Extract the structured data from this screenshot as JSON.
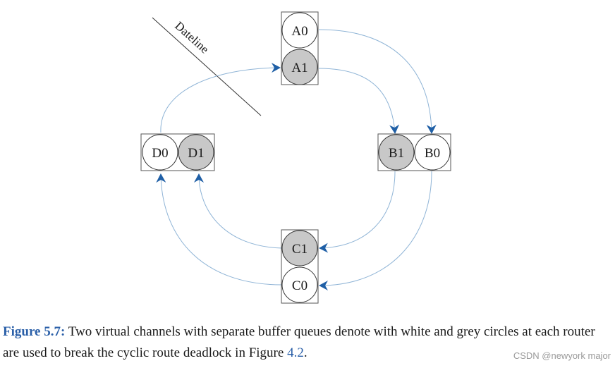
{
  "routers": [
    {
      "id": "A",
      "vcs": [
        {
          "label": "A0",
          "shade": "white"
        },
        {
          "label": "A1",
          "shade": "grey"
        }
      ]
    },
    {
      "id": "B",
      "vcs": [
        {
          "label": "B1",
          "shade": "grey"
        },
        {
          "label": "B0",
          "shade": "white"
        }
      ]
    },
    {
      "id": "C",
      "vcs": [
        {
          "label": "C1",
          "shade": "grey"
        },
        {
          "label": "C0",
          "shade": "white"
        }
      ]
    },
    {
      "id": "D",
      "vcs": [
        {
          "label": "D0",
          "shade": "white"
        },
        {
          "label": "D1",
          "shade": "grey"
        }
      ]
    }
  ],
  "dateline_label": "Dateline",
  "caption": {
    "label": "Figure 5.7:",
    "text": " Two virtual channels with separate buffer queues denote with white and grey circles at each router are used to break the cyclic route deadlock in Figure ",
    "ref": "4.2",
    "end": "."
  },
  "watermark": "CSDN @newyork major",
  "colors": {
    "grey_circle": "#c8c8c8",
    "white_circle": "#ffffff",
    "arrow": "#1f5fa6",
    "channel_line": "#8fb4d6",
    "caption_label": "#2a5fa8"
  }
}
